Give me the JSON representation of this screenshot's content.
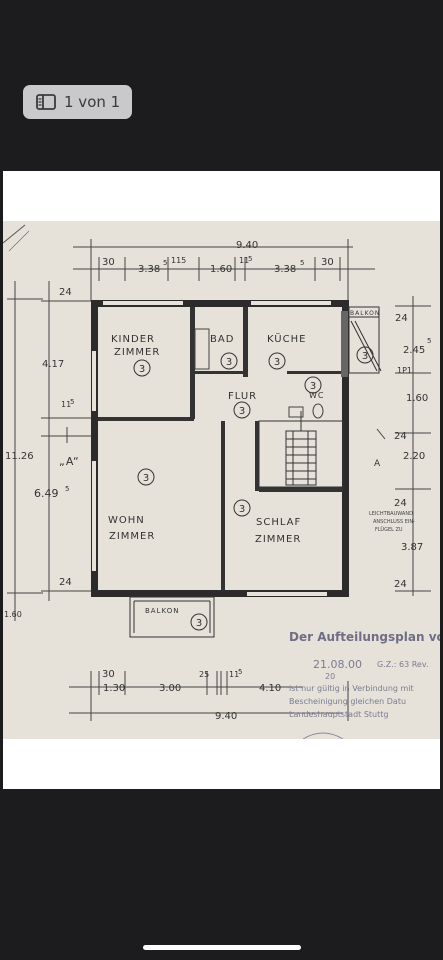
{
  "viewer": {
    "page_counter": "1 von 1",
    "icon": "sidebar-icon",
    "home_indicator": "home-indicator"
  },
  "plan": {
    "rooms": {
      "kinder": "KINDER",
      "kinder2": "ZIMMER",
      "bad": "BAD",
      "kueche": "KÜCHE",
      "flur": "FLUR",
      "wc": "WC",
      "balkon_top": "BALKON",
      "wohn": "WOHN",
      "wohn2": "ZIMMER",
      "schlaf": "SCHLAF",
      "schlaf2": "ZIMMER",
      "balkon_bottom": "BALKON",
      "a_label": "„A“",
      "a2": "A"
    },
    "circle_marker": "3",
    "dims_top": {
      "total": "9.40",
      "d1": "30",
      "d2": "3.38",
      "d2s": "5",
      "d3": "115",
      "d4": "1.60",
      "d5": "11",
      "d5s": "5",
      "d6": "3.38",
      "d6s": "5",
      "d7": "30"
    },
    "dims_left": {
      "d1": "24",
      "d2": "4.17",
      "d3": "11",
      "d3s": "5",
      "d4": "11.26",
      "d5": "6.49",
      "d5s": "5",
      "d6": "24",
      "d7": "1.60"
    },
    "dims_right": {
      "r1": "24",
      "r2": "2.45",
      "r2s": "5",
      "r3": "1P1",
      "r4": "1.60",
      "r5": "24",
      "r6": "2.20",
      "r7": "24",
      "r8": "3.87",
      "r9": "24"
    },
    "dims_bottom": {
      "d1": "30",
      "d2": "1.30",
      "d3": "3.00",
      "d4": "25",
      "d5": "11",
      "d5s": "5",
      "d6": "4.10",
      "total": "9.40"
    },
    "notes": {
      "right_small1": "LEICHTBAUWAND",
      "right_small2": "ANSCHLUSS EIN-",
      "right_small3": "FLÜGEL ZU",
      "heading": "Der Aufteilungsplan vo",
      "stamp_date": "21.08.00",
      "stamp_ref": "G.Z.: 63 Rev.",
      "stamp_sub": "20",
      "line1": "ist nur gültig in Verbindung mit",
      "line2": "Bescheinigung gleichen Datu",
      "line3": "Landeshauptstadt Stuttg"
    }
  }
}
